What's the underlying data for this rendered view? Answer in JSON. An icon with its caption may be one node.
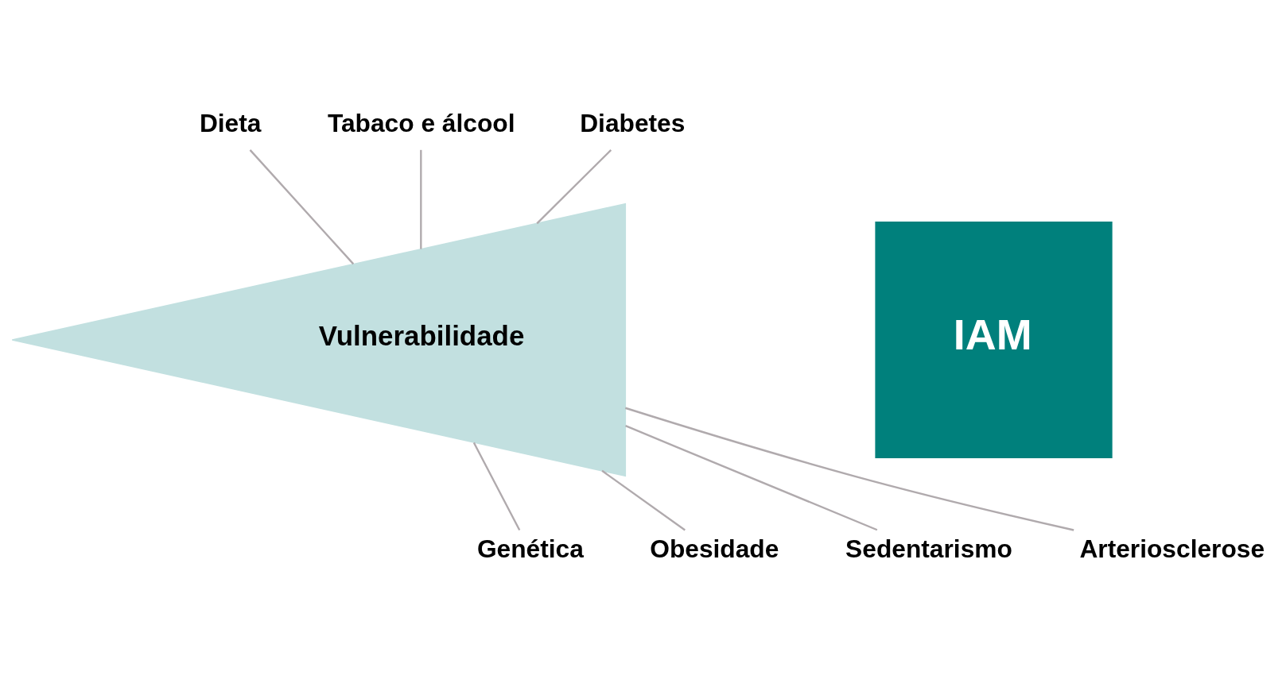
{
  "diagram": {
    "nodes": [
      {
        "text": [
          "Vulnerabilidade"
        ]
      },
      {
        "text": [
          "IAM"
        ]
      },
      {
        "text": [
          "Dieta"
        ]
      },
      {
        "text": [
          "Tabaco e álcool"
        ]
      },
      {
        "text": [
          "Diabetes"
        ]
      },
      {
        "text": [
          "Genética"
        ]
      },
      {
        "text": [
          "Obesidade"
        ]
      },
      {
        "text": [
          "Sedentarismo"
        ]
      },
      {
        "text": [
          "Arteriosclerose"
        ]
      }
    ],
    "edges": [
      {
        "from": 2,
        "to": 0,
        "arrow": "none"
      },
      {
        "from": 3,
        "to": 0,
        "arrow": "none"
      },
      {
        "from": 4,
        "to": 0,
        "arrow": "none"
      },
      {
        "from": 5,
        "to": 0,
        "arrow": "none"
      },
      {
        "from": 6,
        "to": 0,
        "arrow": "none"
      },
      {
        "from": 7,
        "to": 0,
        "arrow": "none"
      },
      {
        "from": 8,
        "to": 0,
        "arrow": "none"
      }
    ]
  }
}
